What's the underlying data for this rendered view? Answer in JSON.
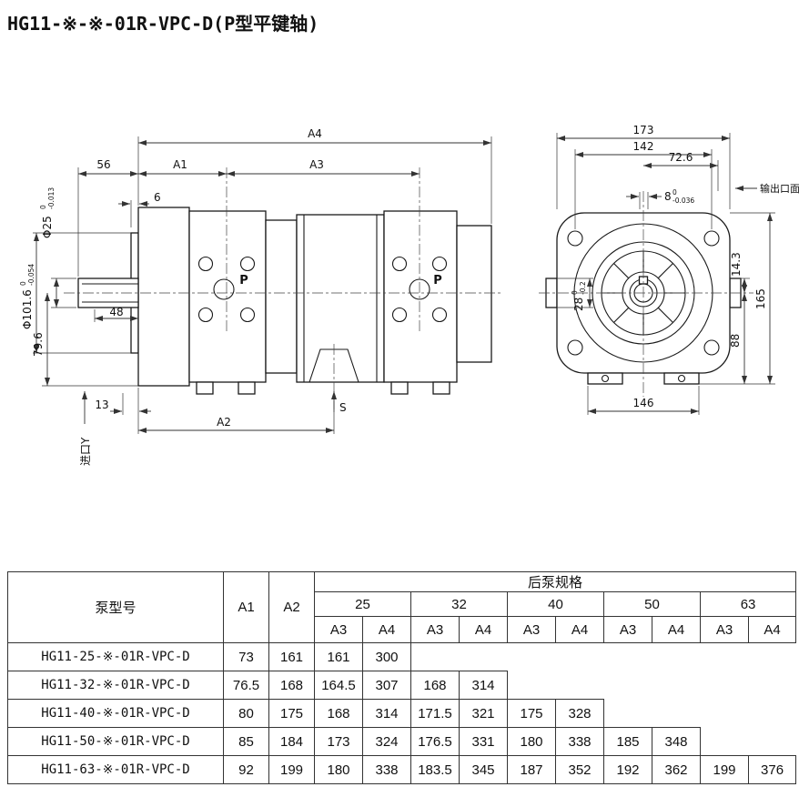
{
  "title": "HG11-※-※-01R-VPC-D(P型平键轴)",
  "drawing": {
    "left_view": {
      "dim_a4": "A4",
      "dim_56": "56",
      "dim_a1": "A1",
      "dim_a3": "A3",
      "dim_6": "6",
      "phi25": {
        "main": "Φ25",
        "tol_top": "0",
        "tol_bot": "-0.013"
      },
      "phi101": {
        "main": "Φ101.6",
        "tol_top": "0",
        "tol_bot": "-0.054"
      },
      "dim_48": "48",
      "dim_79_6": "79.6",
      "dim_13": "13",
      "dim_a2": "A2",
      "port_p_front": "P",
      "port_p_rear": "P",
      "port_s": "S",
      "inlet_label": "进口Y"
    },
    "right_view": {
      "dim_173": "173",
      "dim_142": "142",
      "dim_72_6": "72.6",
      "key8": {
        "main": "8",
        "tol_top": "0",
        "tol_bot": "-0.036"
      },
      "outlet_label": "输出口面",
      "d28": {
        "main": "28",
        "tol_top": "0",
        "tol_bot": "-0.2"
      },
      "dim_14_3": "14.3",
      "dim_165": "165",
      "dim_88": "88",
      "dim_146": "146"
    }
  },
  "table": {
    "headers": {
      "model": "泵型号",
      "a1": "A1",
      "a2": "A2",
      "group": "后泵规格",
      "sizes": [
        "25",
        "32",
        "40",
        "50",
        "63"
      ],
      "a3": "A3",
      "a4": "A4"
    },
    "rows": [
      {
        "model": "HG11-25-※-01R-VPC-D",
        "a1": "73",
        "a2": "161",
        "v": [
          "161",
          "300"
        ]
      },
      {
        "model": "HG11-32-※-01R-VPC-D",
        "a1": "76.5",
        "a2": "168",
        "v": [
          "164.5",
          "307",
          "168",
          "314"
        ]
      },
      {
        "model": "HG11-40-※-01R-VPC-D",
        "a1": "80",
        "a2": "175",
        "v": [
          "168",
          "314",
          "171.5",
          "321",
          "175",
          "328"
        ]
      },
      {
        "model": "HG11-50-※-01R-VPC-D",
        "a1": "85",
        "a2": "184",
        "v": [
          "173",
          "324",
          "176.5",
          "331",
          "180",
          "338",
          "185",
          "348"
        ]
      },
      {
        "model": "HG11-63-※-01R-VPC-D",
        "a1": "92",
        "a2": "199",
        "v": [
          "180",
          "338",
          "183.5",
          "345",
          "187",
          "352",
          "192",
          "362",
          "199",
          "376"
        ]
      }
    ]
  }
}
